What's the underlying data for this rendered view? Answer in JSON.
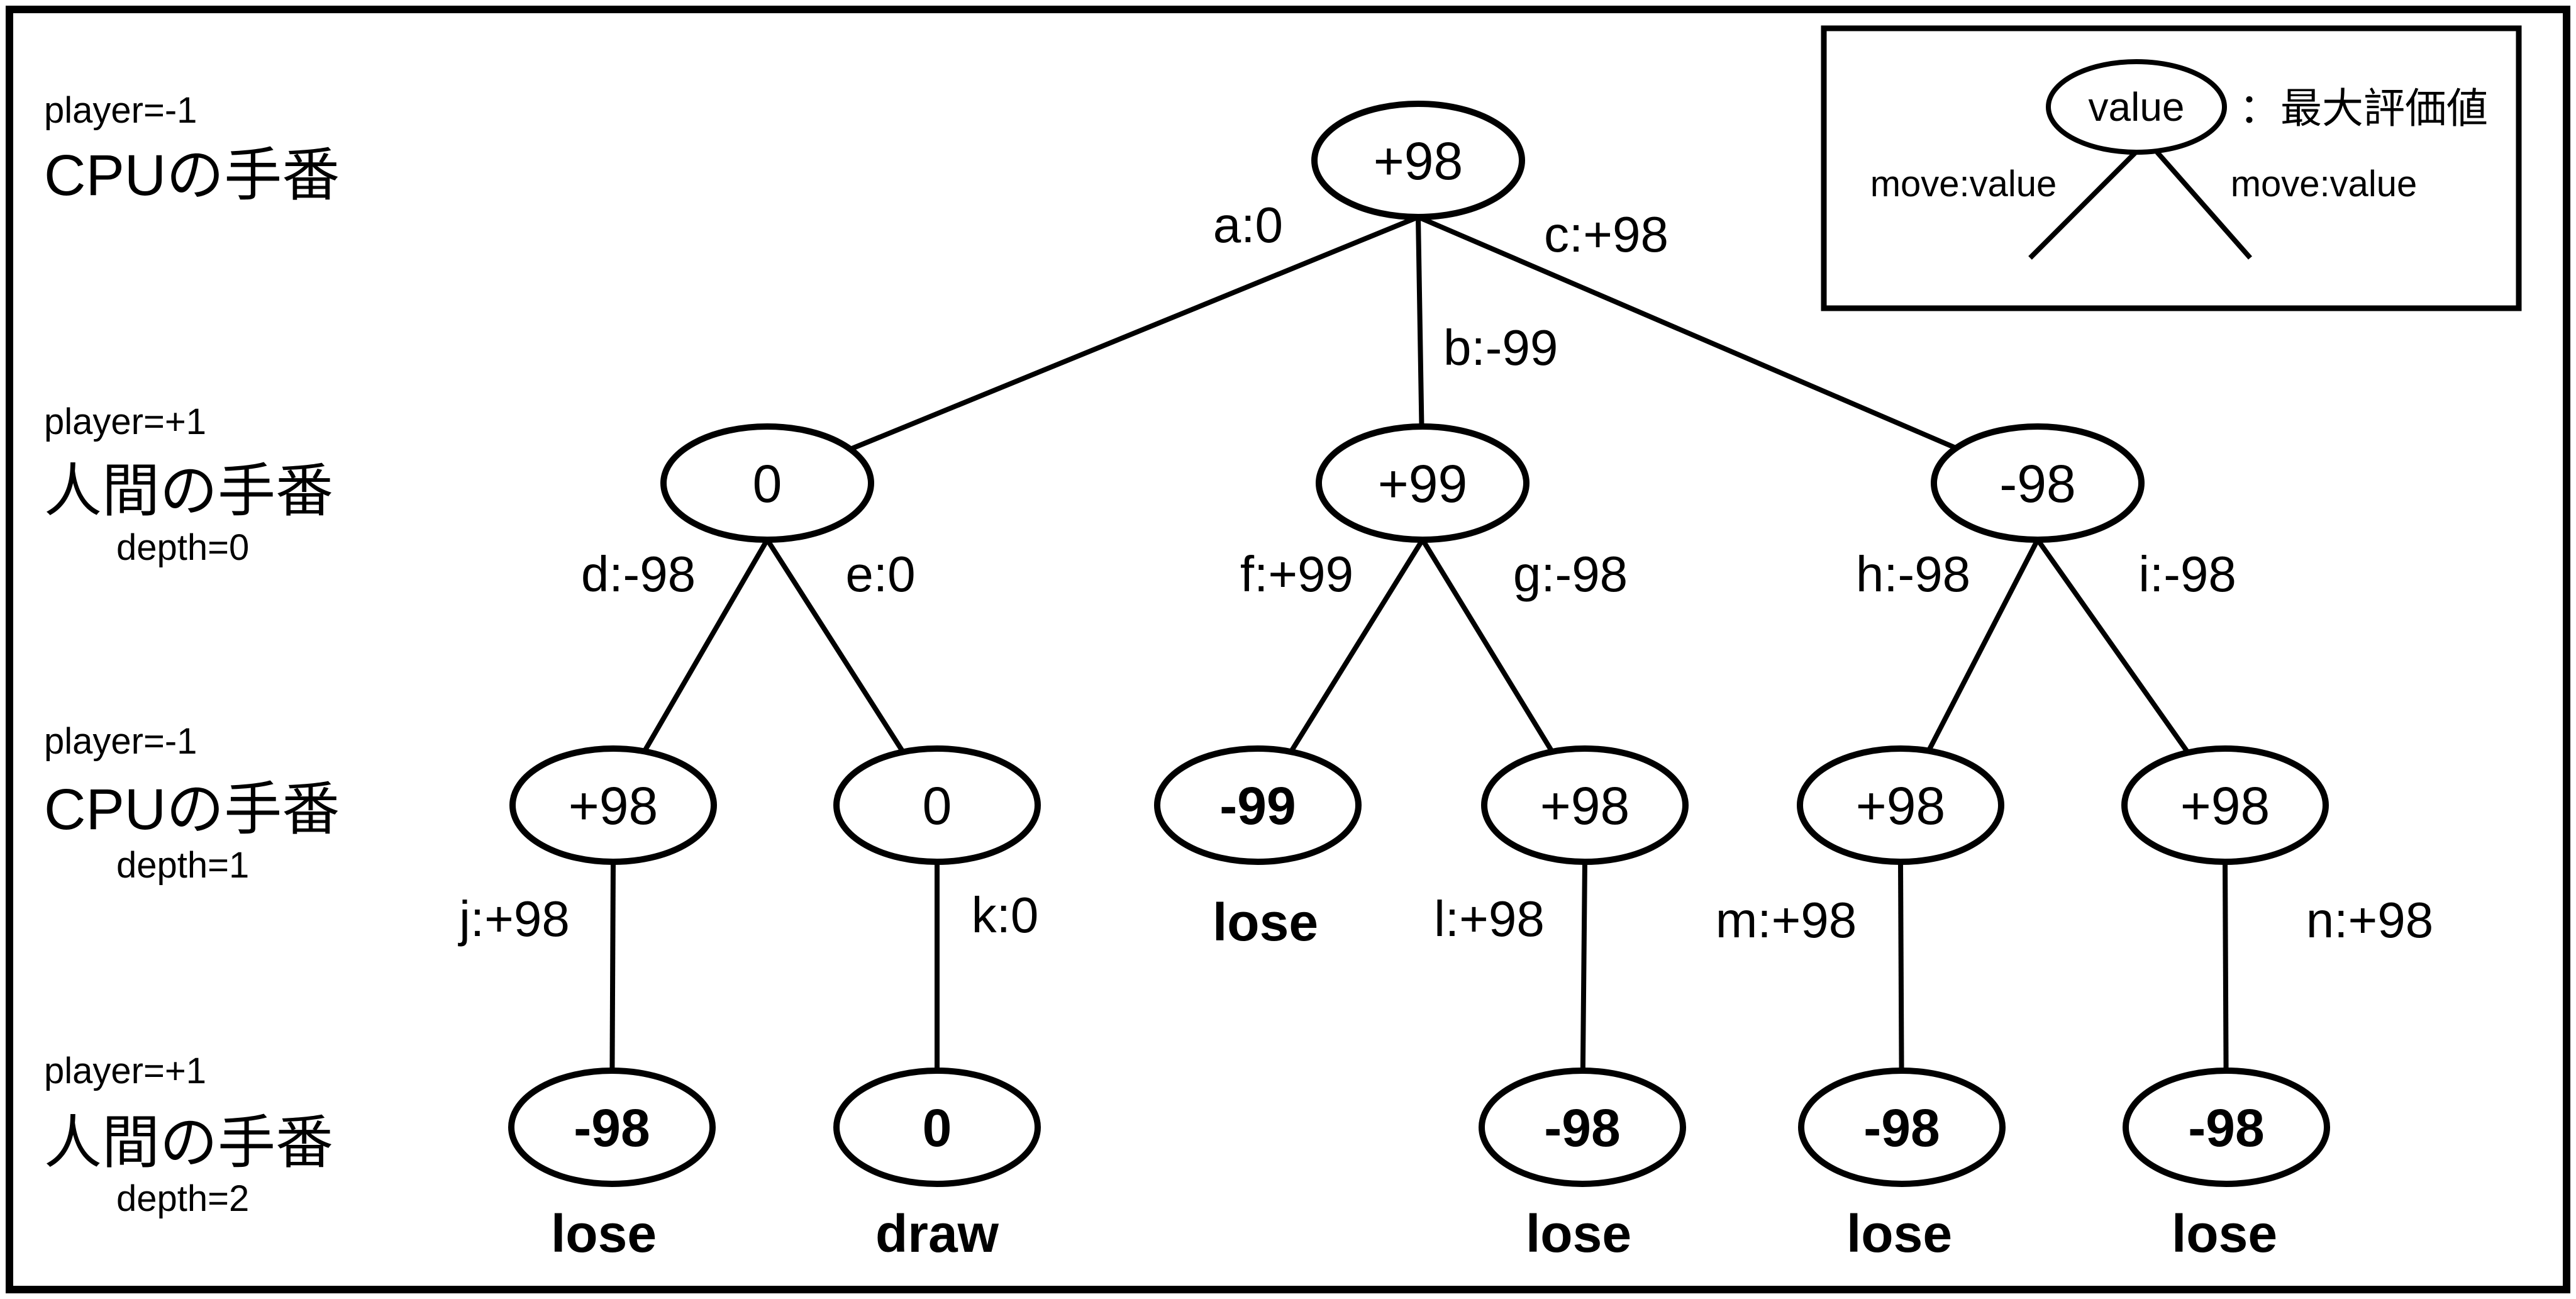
{
  "canvas": {
    "background": "#ffffff",
    "foreground": "#000000"
  },
  "rows": [
    {
      "player": "player=-1",
      "turn": "CPUの手番",
      "depth": ""
    },
    {
      "player": "player=+1",
      "turn": "人間の手番",
      "depth": "depth=0"
    },
    {
      "player": "player=-1",
      "turn": "CPUの手番",
      "depth": "depth=1"
    },
    {
      "player": "player=+1",
      "turn": "人間の手番",
      "depth": "depth=2"
    }
  ],
  "legend": {
    "node_label": "value",
    "caption": "：最大評価値",
    "edge_label_left": "move:value",
    "edge_label_right": "move:value"
  },
  "nodes": {
    "root": "+98",
    "a": "0",
    "b": "+99",
    "c": "-98",
    "d": "+98",
    "e": "0",
    "f": "-99",
    "g": "+98",
    "h": "+98",
    "i": "+98",
    "j": "-98",
    "k": "0",
    "l": "-98",
    "m": "-98",
    "n": "-98"
  },
  "edge_labels": {
    "a": "a:0",
    "b": "b:-99",
    "c": "c:+98",
    "d": "d:-98",
    "e": "e:0",
    "f": "f:+99",
    "g": "g:-98",
    "h": "h:-98",
    "i": "i:-98",
    "j": "j:+98",
    "k": "k:0",
    "l": "l:+98",
    "m": "m:+98",
    "n": "n:+98"
  },
  "outcomes": {
    "f": "lose",
    "j": "lose",
    "k": "draw",
    "l": "lose",
    "m": "lose",
    "n": "lose"
  }
}
